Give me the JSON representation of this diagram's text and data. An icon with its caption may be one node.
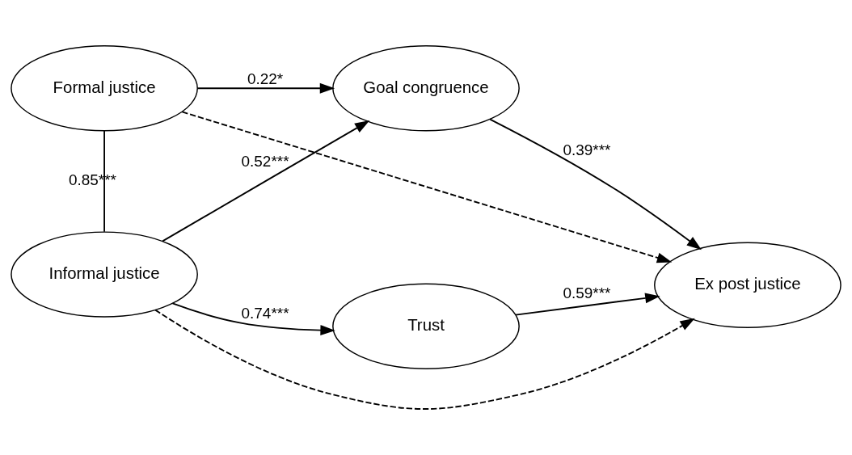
{
  "diagram": {
    "nodes": [
      {
        "text": [
          "Formal justice"
        ]
      },
      {
        "text": [
          "Informal justice"
        ]
      },
      {
        "text": [
          "Goal congruence"
        ]
      },
      {
        "text": [
          "Trust"
        ]
      },
      {
        "text": [
          "Ex post justice"
        ]
      }
    ],
    "edges": [
      {
        "from": 0,
        "to": 4,
        "arrow": "to",
        "style": "dashed"
      },
      {
        "from": 0,
        "to": 1,
        "arrow": "none",
        "label": "0.85***"
      },
      {
        "from": 0,
        "to": 2,
        "arrow": "to",
        "label": "0.22*"
      },
      {
        "from": 1,
        "to": 2,
        "arrow": "to",
        "label": "0.52***"
      },
      {
        "from": 2,
        "to": 4,
        "arrow": "to",
        "label": "0.39***"
      },
      {
        "from": 1,
        "to": 3,
        "arrow": "to",
        "label": "0.74***"
      },
      {
        "from": 3,
        "to": 4,
        "arrow": "to",
        "label": "0.59***"
      },
      {
        "from": 1,
        "to": 4,
        "arrow": "to",
        "style": "dashed"
      }
    ]
  }
}
